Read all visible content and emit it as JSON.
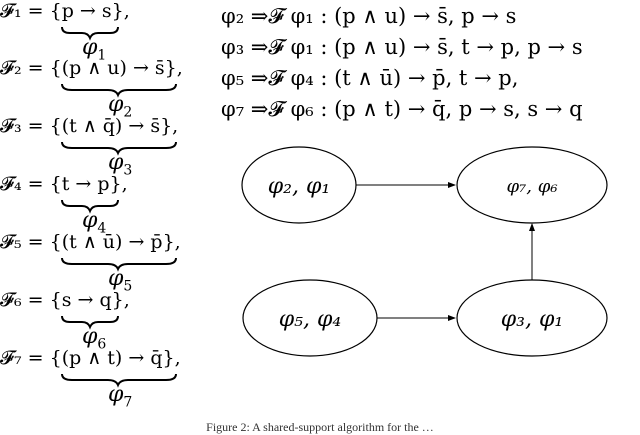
{
  "sets": [
    {
      "name": "F1",
      "label": "𝓕₁ = {p → s},",
      "phi": "φ",
      "phi_sub": "1"
    },
    {
      "name": "F2",
      "label": "𝓕₂ = {(p ∧ u) → s̄},",
      "phi": "φ",
      "phi_sub": "2"
    },
    {
      "name": "F3",
      "label": "𝓕₃ = {(t ∧ q̄) → s̄},",
      "phi": "φ",
      "phi_sub": "3"
    },
    {
      "name": "F4",
      "label": "𝓕₄ = {t → p},",
      "phi": "φ",
      "phi_sub": "4"
    },
    {
      "name": "F5",
      "label": "𝓕₅ = {(t ∧ ū) → p̄},",
      "phi": "φ",
      "phi_sub": "5"
    },
    {
      "name": "F6",
      "label": "𝓕₆ = {s → q},",
      "phi": "φ",
      "phi_sub": "6"
    },
    {
      "name": "F7",
      "label": "𝓕₇ = {(p ∧ t) → q̄},",
      "phi": "φ",
      "phi_sub": "7"
    }
  ],
  "axioms": [
    "φ₂ ⇒𝓕 φ₁ : (p ∧ u) → s̄, p → s",
    "φ₃ ⇒𝓕 φ₁ : (p ∧ u) → s̄, t → p, p → s",
    "φ₅ ⇒𝓕 φ₄ : (t ∧ ū) → p̄, t → p,",
    "φ₇ ⇒𝓕 φ₆ : (p ∧ t) → q̄, p → s, s → q"
  ],
  "graph": {
    "nodes": [
      {
        "id": "n21",
        "label": "φ₂, φ₁"
      },
      {
        "id": "n76",
        "label": "φ₇, φ₆"
      },
      {
        "id": "n54",
        "label": "φ₅, φ₄"
      },
      {
        "id": "n31",
        "label": "φ₃, φ₁"
      }
    ],
    "edges": [
      {
        "from": "n21",
        "to": "n76"
      },
      {
        "from": "n54",
        "to": "n31"
      },
      {
        "from": "n31",
        "to": "n76"
      }
    ]
  },
  "caption": "Figure 2: A shared-support algorithm for the …"
}
